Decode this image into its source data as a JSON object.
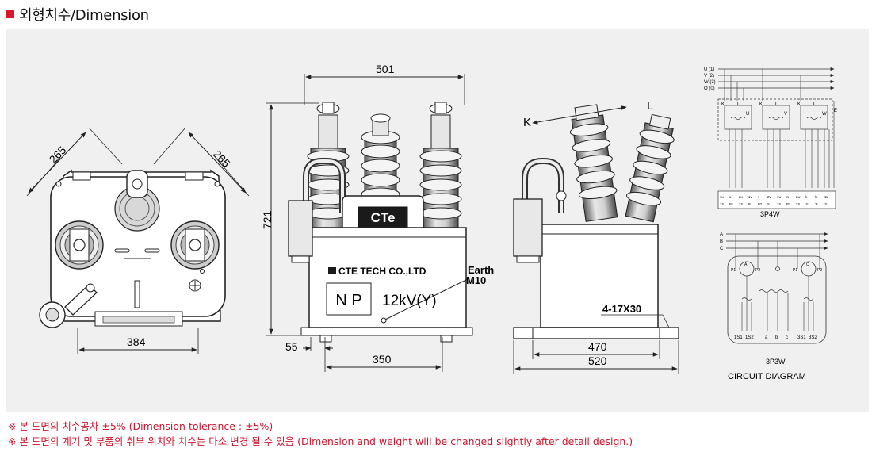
{
  "header": {
    "title": "외형치수/Dimension",
    "accent_color": "#d7182a"
  },
  "front_view": {
    "dim_left": "265",
    "dim_right": "265",
    "dim_bottom": "384"
  },
  "side_view": {
    "dim_top": "501",
    "dim_height": "721",
    "dim_55": "55",
    "dim_350": "350",
    "logo": "CTe",
    "company": "CTE TECH CO.,LTD",
    "np_label": "N P",
    "rating": "12kV(Y)",
    "earth_label": "Earth",
    "earth_size": "M10"
  },
  "end_view": {
    "k_label": "K",
    "l_label": "L",
    "hole_label": "4-17X30",
    "dim_470": "470",
    "dim_520": "520"
  },
  "circuit": {
    "p4w": {
      "phases": [
        "U (1)",
        "V (2)",
        "W (3)",
        "O (0)"
      ],
      "ct_labels": [
        "K",
        "L",
        "K",
        "L",
        "K",
        "L"
      ],
      "ct_sub": [
        "U",
        "V",
        "W"
      ],
      "earth": "E",
      "terminals": [
        "1u",
        "u",
        "2u",
        "1v",
        "v",
        "2v",
        "1w",
        "w",
        "2w",
        "k",
        "k",
        "1L"
      ],
      "terminals2": [
        "1S",
        "P1",
        "2S",
        "R",
        "P2",
        "S",
        "1S",
        "P3",
        "2S",
        "1L",
        "3L",
        "1L"
      ],
      "caption": "3P4W"
    },
    "p3w": {
      "phases": [
        "A",
        "B",
        "C"
      ],
      "terminals": [
        "1S1",
        "1S2",
        "a",
        "b",
        "c",
        "3S1",
        "3S2"
      ],
      "ct_labels": [
        "P1",
        "A",
        "P2",
        "P1",
        "C",
        "P2"
      ],
      "caption": "3P3W"
    },
    "caption": "CIRCUIT DIAGRAM"
  },
  "notes": [
    "※ 본 도면의 치수공차 ±5% (Dimension tolerance : ±5%)",
    "※ 본 도면의 계기 및 부품의 취부 위치와 치수는 다소 변경 될 수 있음 (Dimension and weight will be changed slightly after detail design.)"
  ]
}
